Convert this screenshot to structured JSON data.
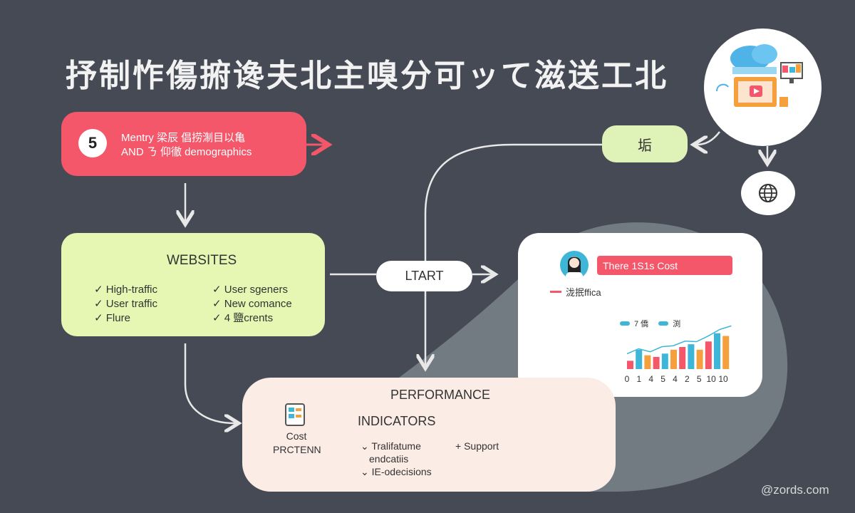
{
  "title": "抒制怍傷捬谗夫北主嗅分可ッて滋送工北",
  "red_card": {
    "badge": "5",
    "line1": "Mentry 梁辰 倡捞淛目以亀",
    "line2": "AND ㄋ 仰徹 demographics"
  },
  "websites": {
    "title": "WEBSITES",
    "left_items": [
      "✓ High-traffic",
      "✓ User traffic",
      "✓ Flure"
    ],
    "right_items": [
      "✓ User sgeners",
      "✓ New comance",
      "✓ 4 鹽crents"
    ]
  },
  "start_label": "LTART",
  "small_pill_label": "垢",
  "panel": {
    "cost_label": "There 1S1s Cost",
    "legend_label": "泷抿ffica",
    "mini_legend": [
      "7 僑",
      "渕"
    ],
    "bar_colors": [
      "#f4566a",
      "#3db6d8",
      "#f5a03c"
    ],
    "x_ticks": [
      "0",
      "1",
      "4",
      "5",
      "4",
      "2",
      "5",
      "10",
      "10"
    ]
  },
  "chart_data": {
    "type": "bar",
    "categories": [
      "0",
      "1",
      "4",
      "5",
      "4",
      "2",
      "5",
      "10",
      "10"
    ],
    "series": [
      {
        "values": [
          1.5,
          3.5,
          2.5,
          2.2,
          2.8,
          3.5,
          4.0,
          4.5,
          3.5,
          5.0,
          6.5,
          6.0
        ]
      }
    ],
    "trend": [
      3.0,
      4.0,
      3.4,
      4.4,
      4.6,
      5.5,
      5.4,
      6.5,
      7.8,
      8.5
    ]
  },
  "performance": {
    "title": "PERFORMANCE",
    "subtitle": "INDICATORS",
    "icon_label_1": "Cost",
    "icon_label_2": "PRCTENN",
    "items_left": [
      "⌄ Tralifatume",
      "endcatiis",
      "⌄ IE-odecisions"
    ],
    "item_right": "+ Support"
  },
  "watermark": "@zords.com",
  "colors": {
    "background": "#464a54",
    "red": "#f4566a",
    "green": "#e6f7b4",
    "blue": "#3db6d8",
    "orange": "#f5a03c",
    "peach": "#fbece6"
  }
}
